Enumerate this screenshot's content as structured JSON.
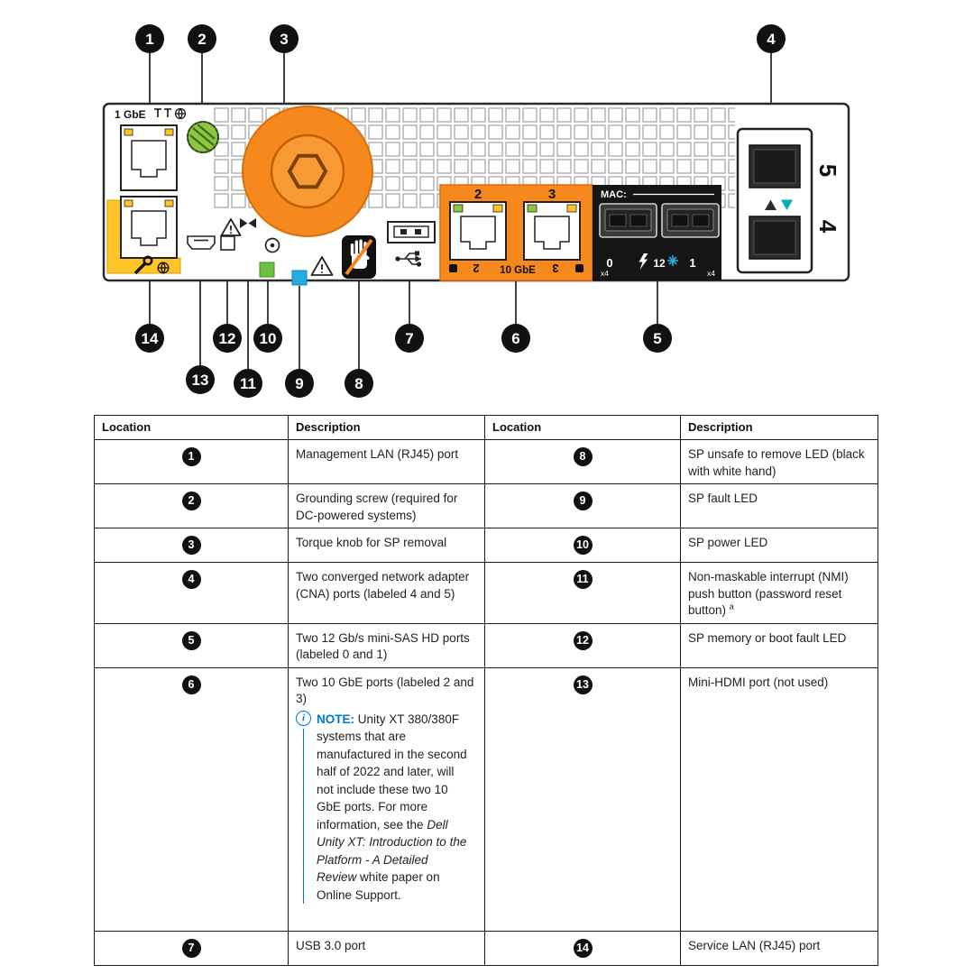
{
  "colors": {
    "orange": "#F6891E",
    "yellow": "#FFC425",
    "screw_green": "#8DC63F",
    "led_green": "#6FBE45",
    "led_blue": "#27AAE1",
    "note_blue": "#0076CE",
    "black": "#111111"
  },
  "diagram": {
    "one_gbe_label": "1 GbE",
    "ten_gbe_label": "10 GbE",
    "mac_label": "MAC:",
    "port2_label": "2",
    "port3_label": "3",
    "sas0_label": "0",
    "sas1_label": "1",
    "sas_speed_label": "12",
    "sas_width_label": "x4",
    "cna5_label": "5",
    "cna4_label": "4",
    "callouts": [
      "1",
      "2",
      "3",
      "4",
      "5",
      "6",
      "7",
      "8",
      "9",
      "10",
      "11",
      "12",
      "13",
      "14"
    ]
  },
  "table": {
    "headers": [
      "Location",
      "Description",
      "Location",
      "Description"
    ],
    "rows": [
      {
        "l_num": "1",
        "l_desc": "Management LAN (RJ45) port",
        "r_num": "8",
        "r_desc": "SP unsafe to remove LED (black with white hand)"
      },
      {
        "l_num": "2",
        "l_desc": "Grounding screw (required for DC-powered systems)",
        "r_num": "9",
        "r_desc": "SP fault LED"
      },
      {
        "l_num": "3",
        "l_desc": "Torque knob for SP removal",
        "r_num": "10",
        "r_desc": "SP power LED"
      },
      {
        "l_num": "4",
        "l_desc": "Two converged network adapter (CNA) ports (labeled 4 and 5)",
        "r_num": "11",
        "r_desc": "Non-maskable interrupt (NMI) push button (password reset button)",
        "r_sup": "a"
      },
      {
        "l_num": "5",
        "l_desc": "Two 12 Gb/s mini-SAS HD ports (labeled 0 and 1)",
        "r_num": "12",
        "r_desc": "SP memory or boot fault LED"
      },
      {
        "l_num": "6",
        "l_desc": "Two 10 GbE ports (labeled 2 and 3)",
        "r_num": "13",
        "r_desc": "Mini-HDMI port (not used)",
        "note": {
          "icon_glyph": "i",
          "label": "NOTE:",
          "text_before": "Unity XT 380/380F systems that are manufactured in the second half of 2022 and later, will not include these two 10 GbE ports. For more information, see the ",
          "italic": "Dell Unity XT: Introduction to the Platform - A Detailed Review",
          "text_after": " white paper on Online Support."
        }
      },
      {
        "l_num": "7",
        "l_desc": "USB 3.0 port",
        "r_num": "14",
        "r_desc": "Service LAN (RJ45) port"
      }
    ]
  }
}
